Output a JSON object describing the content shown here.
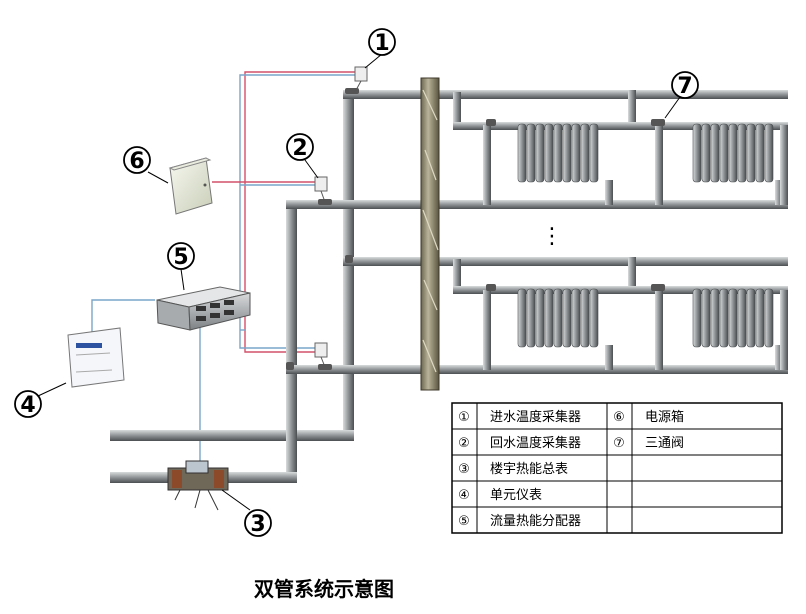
{
  "title": "双管系统示意图",
  "callouts": [
    "1",
    "2",
    "3",
    "4",
    "5",
    "6",
    "7"
  ],
  "legend": [
    {
      "num": "①",
      "label": "进水温度采集器"
    },
    {
      "num": "②",
      "label": "回水温度采集器"
    },
    {
      "num": "③",
      "label": "楼宇热能总表"
    },
    {
      "num": "④",
      "label": "单元仪表"
    },
    {
      "num": "⑤",
      "label": "流量热能分配器"
    },
    {
      "num": "⑥",
      "label": "电源箱"
    },
    {
      "num": "⑦",
      "label": "三通阀"
    }
  ],
  "ellipsis": "⋮",
  "colors": {
    "pipe": "#a9adaf",
    "pipe_dark": "#5f6264",
    "wire_red": "#d4506a",
    "wire_blue": "#7aa6c8",
    "wall": "#8a8268"
  }
}
